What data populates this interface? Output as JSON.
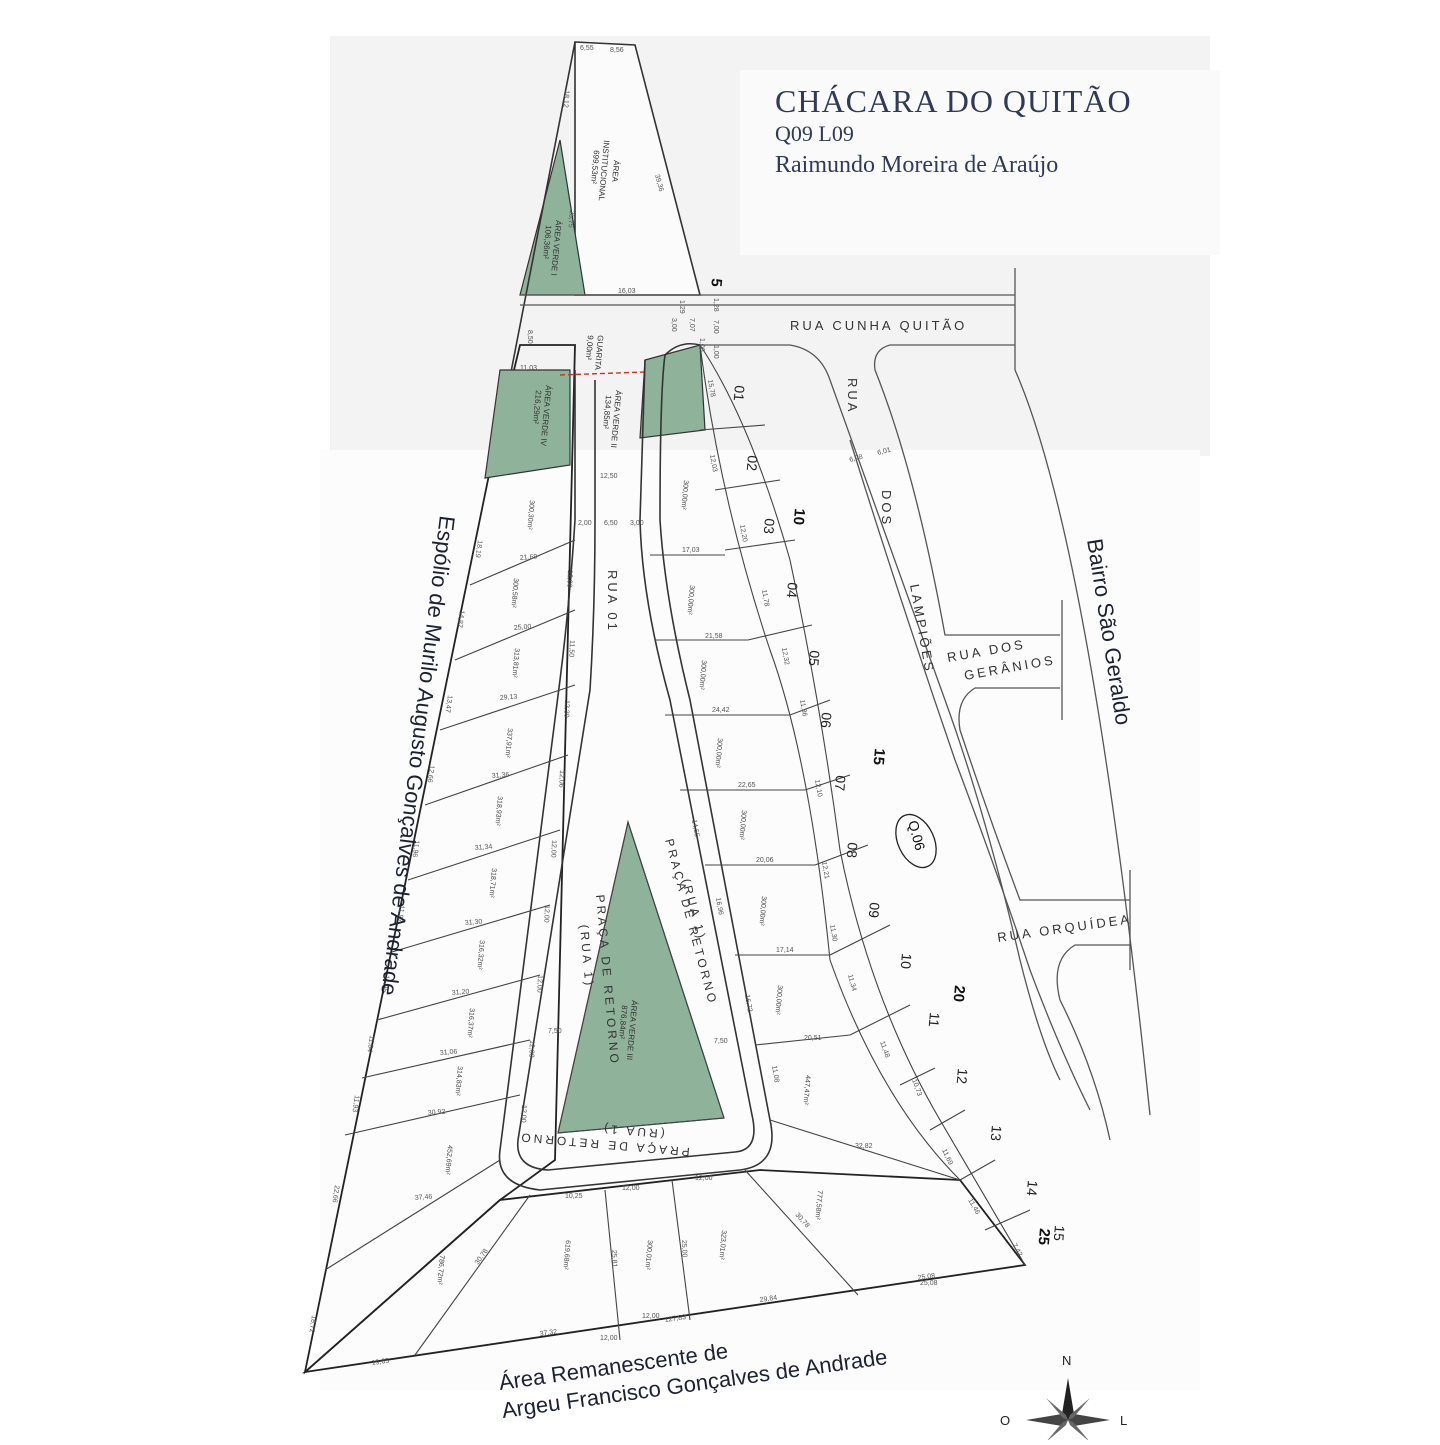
{
  "title": {
    "main": "CHÁCARA DO QUITÃO",
    "code": "Q09 L09",
    "owner": "Raimundo Moreira de Araújo"
  },
  "streets": {
    "cunha_quitao": "RUA CUNHA QUITÃO",
    "dos_lampioes": [
      "RUA",
      "DOS",
      "LAMPIÕES"
    ],
    "dos_geranios": [
      "RUA DOS",
      "GERÂNIOS"
    ],
    "orquidea": "RUA ORQUÍDEA",
    "rua01": "RUA 01",
    "praca_left": [
      "PRAÇA DE RETORNO",
      "(RUA 1)"
    ],
    "praca_right": [
      "PRAÇA DE RETORNO",
      "(RUA 1)"
    ],
    "praca_bottom": [
      "PRAÇA DE RETORNO",
      "(RUA 1)"
    ]
  },
  "neighbors": {
    "west": "Espólio de Murilo Augusto Gonçalves de Andrade",
    "east": "Bairro São Geraldo",
    "south_line1": "Área Remanescente de",
    "south_line2": "Argeu Francisco Gonçalves de Andrade"
  },
  "areas": {
    "institucional": [
      "ÁREA",
      "INSTITUCIONAL",
      "699,53m²"
    ],
    "verde_i": [
      "ÁREA VERDE I",
      "106,36m²"
    ],
    "verde_ii": [
      "ÁREA VERDE II",
      "134,85m²"
    ],
    "verde_iv": [
      "ÁREA VERDE IV",
      "216,29m²"
    ],
    "verde_iii": [
      "ÁREA VERDE III",
      "876,84m²"
    ],
    "guarita": [
      "GUARITA",
      "9,00m²"
    ]
  },
  "lot_numbers_east": [
    "01",
    "02",
    "03",
    "04",
    "05",
    "06",
    "07",
    "08",
    "09",
    "10",
    "11",
    "12",
    "13",
    "14",
    "15"
  ],
  "block_markers": [
    "5",
    "10",
    "15",
    "20",
    "25"
  ],
  "block_label": "Q.06",
  "lot_areas_west": [
    "300,30m²",
    "300,58m²",
    "313,81m²",
    "337,91m²",
    "318,93m²",
    "318,71m²",
    "316,32m²",
    "316,37m²",
    "314,83m²",
    "452,69m²",
    "786,72m²"
  ],
  "lot_areas_inner": [
    "300,00m²",
    "300,00m²",
    "300,00m²",
    "300,00m²",
    "300,00m²",
    "300,00m²",
    "300,00m²",
    "447,47m²"
  ],
  "lot_areas_south": [
    "619,68m²",
    "300,01m²",
    "323,01m²",
    "777,58m²"
  ],
  "dimensions": {
    "north_strip": [
      "6,55",
      "8,56",
      "18,12",
      "39,36",
      "25,75",
      "16,03"
    ],
    "street_top": [
      "1,29",
      "7,07",
      "1,06",
      "3,00",
      "7,00",
      "1,00",
      "1,28",
      "8,50",
      "11,03"
    ],
    "east_frontage": [
      "15,78",
      "12,03",
      "12,20",
      "11,78",
      "12,32",
      "11,36",
      "12,10",
      "11,30",
      "11,34",
      "11,48",
      "10,73",
      "11,69",
      "11,46",
      "7,42"
    ],
    "west_edge": [
      "18,19",
      "14,87",
      "13,47",
      "12,66",
      "11,96",
      "11,97",
      "11,95",
      "11,84",
      "11,93",
      "22,66",
      "18,72"
    ],
    "rua01_w": [
      "12,00",
      "11,50",
      "12,30",
      "12,06",
      "12,00",
      "12,00",
      "12,00",
      "12,00",
      "12,00"
    ],
    "depths": [
      "21,69",
      "25,00",
      "29,13",
      "31,36",
      "31,34",
      "31,30",
      "31,20",
      "31,06",
      "30,92",
      "37,46"
    ],
    "inner_depths": [
      "17,03",
      "21,58",
      "24,42",
      "22,65",
      "20,06",
      "17,14",
      "20,51",
      "32,82"
    ],
    "widths": [
      "6,50",
      "3,00",
      "2,00",
      "12,50",
      "7,50",
      "7,50"
    ],
    "south": [
      "10,25",
      "12,00",
      "12,00",
      "12,00",
      "12,00",
      "37,32",
      "127,83",
      "29,84",
      "25,08",
      "19,65"
    ],
    "south_depth": [
      "30,78",
      "25,81",
      "25,00",
      "30,78"
    ],
    "lampioes_w": [
      "6,98",
      "6,01"
    ],
    "misc": [
      "25,08",
      "16,72",
      "14,55",
      "16,96",
      "12,21",
      "11,08"
    ]
  },
  "compass": {
    "north": "N",
    "west": "O",
    "east": "L"
  }
}
